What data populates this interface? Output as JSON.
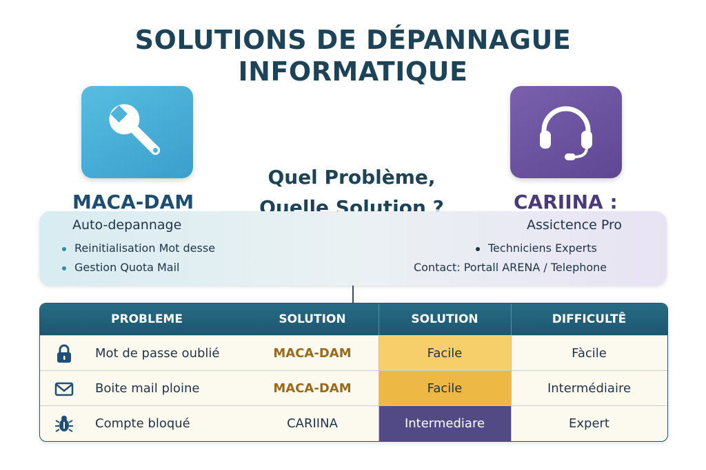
{
  "title": {
    "line1": "SOLUTIONS DE DÉPANNAGUE",
    "line2": "INFORMATIQUE"
  },
  "question": {
    "line1": "Quel Problème,",
    "line2": "Quelle Solution ?"
  },
  "tools": {
    "maca": {
      "name": "MACA-DAM",
      "subtitle": "Auto-depannage",
      "icon": "wrench-icon",
      "color": "#4bb3dc",
      "bullets": [
        "Reinitialisation Mot desse",
        "Gestion Quota Mail"
      ]
    },
    "cariina": {
      "name": "CARIINA :",
      "subtitle": "Assictence Pro",
      "icon": "headset-icon",
      "color": "#6a52a0",
      "bullets": [
        "Techniciens Experts",
        "Contact: Portall ARENA / Telephone"
      ]
    }
  },
  "table": {
    "headers": [
      "PROBLEME",
      "SOLUTION",
      "SOLUTION",
      "DIFFICULTÊ"
    ],
    "rows": [
      {
        "icon": "lock-icon",
        "problem": "Mot de passe oublié",
        "solution": "MACA-DAM",
        "level": "Facile",
        "difficulty": "Fàcile",
        "level_color": "#f6cf6a"
      },
      {
        "icon": "mail-icon",
        "problem": "Boite mail ploine",
        "solution": "MACA-DAM",
        "level": "Facile",
        "difficulty": "Intermédiaire",
        "level_color": "#eeb845"
      },
      {
        "icon": "bug-icon",
        "problem": "Compte bloqué",
        "solution": "CARIINA",
        "level": "Intermediare",
        "difficulty": "Expert",
        "level_color": "#514a85"
      }
    ]
  },
  "colors": {
    "title": "#1c4358",
    "table_header": "#226279",
    "accent_gold": "#9a6a1a"
  }
}
